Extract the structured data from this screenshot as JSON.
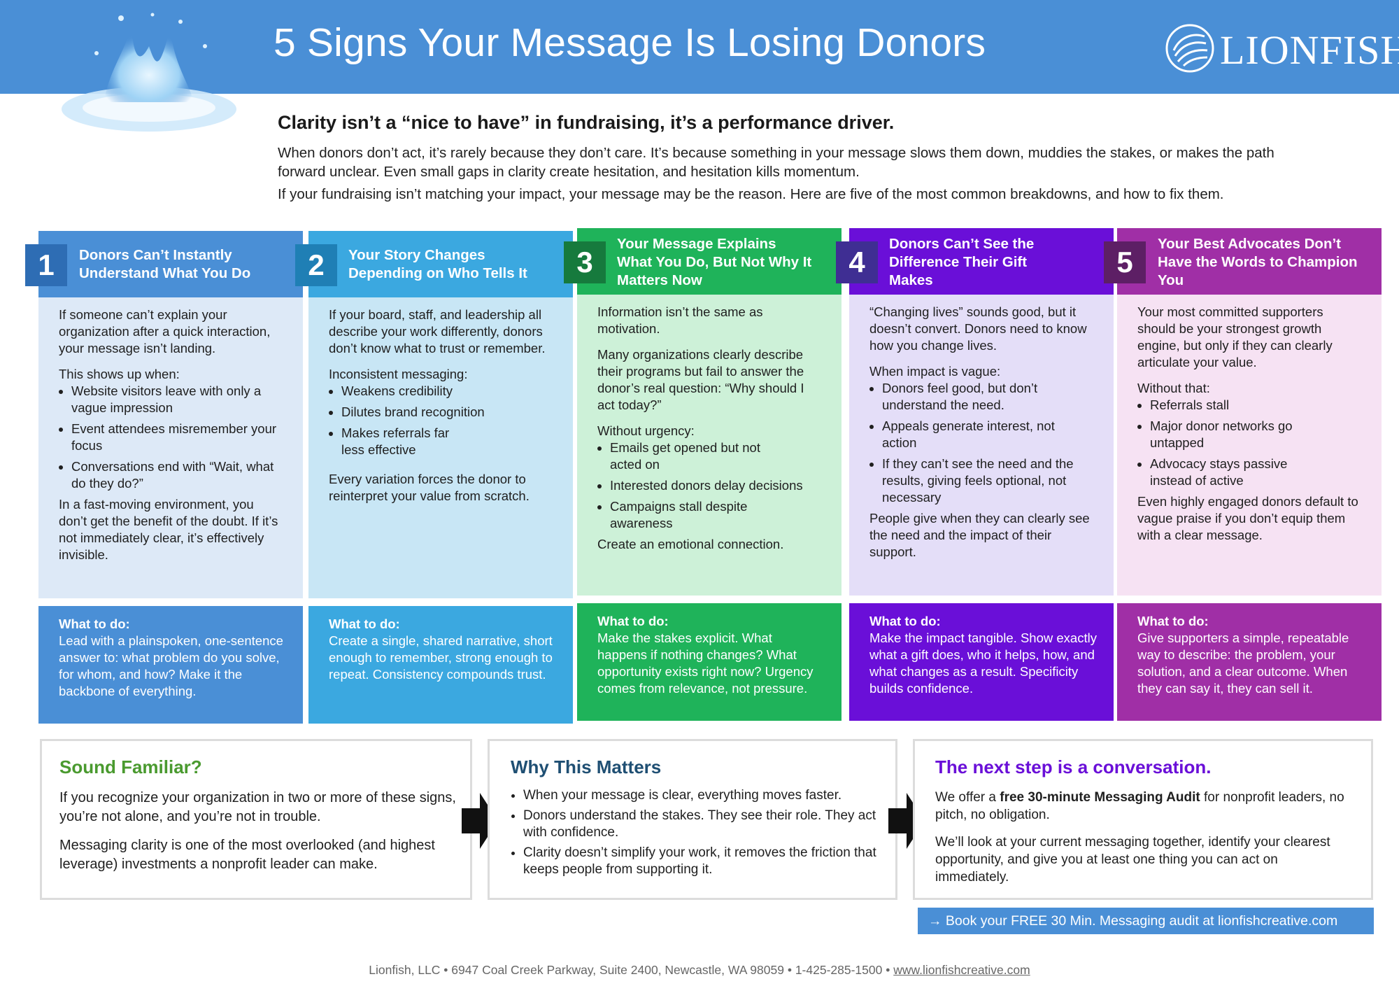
{
  "header": {
    "title": "5 Signs Your Message Is Losing Donors",
    "logo_text": "LIONFISH"
  },
  "intro": {
    "headline": "Clarity isn’t a “nice to have” in fundraising, it’s a performance driver.",
    "p1": "When donors don’t act, it’s rarely because they don’t care. It’s because something in your message slows them down, muddies the stakes, or makes the path forward unclear. Even small gaps in clarity create hesitation, and hesitation kills momentum.",
    "p2": "If your fundraising isn’t matching your impact, your message may be the reason. Here are five of the most common breakdowns, and how to fix them."
  },
  "signs": [
    {
      "number": "1",
      "title": "Donors Can’t Instantly Understand What You Do",
      "p1": "If someone can’t explain your organization after a quick interaction, your message isn’t landing.",
      "list_intro": "This shows up when:",
      "bullets": [
        "Website visitors leave with only a vague impression",
        "Event attendees misremember your focus",
        "Conversations end with “Wait, what do they do?”"
      ],
      "p2": "In a fast-moving environment, you don’t get the benefit of the doubt. If it’s not immediately clear, it’s effectively invisible.",
      "todo_title": "What to do:",
      "todo_text": "Lead with a plainspoken, one-sentence answer to: what problem do you solve, for whom, and how? Make it the backbone of everything."
    },
    {
      "number": "2",
      "title": "Your Story Changes Depending on Who Tells It",
      "p1": "If your board, staff, and leadership all describe your work differently, donors don’t know what to trust or remember.",
      "list_intro": "Inconsistent messaging:",
      "bullets": [
        "Weakens credibility",
        "Dilutes brand recognition",
        "Makes referrals far less effective"
      ],
      "p2": "Every variation forces the donor to reinterpret your value from scratch.",
      "todo_title": "What to do:",
      "todo_text": "Create a single, shared narrative, short enough to remember, strong enough to repeat. Consistency compounds trust."
    },
    {
      "number": "3",
      "title": "Your Message Explains What You Do, But Not Why It Matters Now",
      "p0": "Information isn’t the same as motivation.",
      "p1": "Many organizations clearly describe their programs but fail to answer the donor’s real question: “Why should I act today?”",
      "list_intro": "Without urgency:",
      "bullets": [
        "Emails get opened but not acted on",
        "Interested donors delay decisions",
        "Campaigns stall despite awareness"
      ],
      "p2": "Create an emotional connection.",
      "todo_title": "What to do:",
      "todo_text": "Make the stakes explicit. What happens if nothing changes? What opportunity exists right now? Urgency comes from relevance, not pressure."
    },
    {
      "number": "4",
      "title": "Donors Can’t See the Difference Their Gift Makes",
      "p1": "“Changing lives” sounds good, but it doesn’t convert. Donors need to know how you change lives.",
      "list_intro": "When impact is vague:",
      "bullets": [
        "Donors feel good, but don’t understand the need.",
        "Appeals generate interest, not action",
        "If they can’t see the need and the results, giving feels optional, not necessary"
      ],
      "p2": "People give when they can clearly see the need and the impact of their support.",
      "todo_title": "What to do:",
      "todo_text": "Make the impact tangible. Show exactly what a gift does, who it helps, how, and what changes as a result. Specificity builds confidence."
    },
    {
      "number": "5",
      "title": "Your Best Advocates Don’t Have the Words to Champion You",
      "p1": "Your most committed supporters should be your strongest growth engine, but only if they can clearly articulate your value.",
      "list_intro": "Without that:",
      "bullets": [
        "Referrals stall",
        "Major donor networks go untapped",
        "Advocacy stays passive instead of active"
      ],
      "p2": "Even highly engaged donors default to vague praise if you don’t equip them with a clear message.",
      "todo_title": "What to do:",
      "todo_text": "Give supporters a simple, repeatable way to describe: the problem, your solution, and a clear outcome. When they can say it, they can sell it."
    }
  ],
  "familiar": {
    "title": "Sound Familiar?",
    "p1": "If you recognize your organization in two or more of these signs, you’re not alone, and you’re not in trouble.",
    "p2": "Messaging clarity is one of the most overlooked (and highest leverage) investments a nonprofit leader can make."
  },
  "matters": {
    "title": "Why This Matters",
    "bullets": [
      "When your message is clear, everything moves faster.",
      "Donors understand the stakes. They see their role. They act with confidence.",
      "Clarity doesn’t simplify your work, it removes the friction that keeps people from supporting it."
    ]
  },
  "next": {
    "title": "The next step is a conversation.",
    "p1_pre": "We offer a ",
    "p1_bold": "free 30-minute Messaging Audit",
    "p1_post": " for nonprofit leaders, no pitch, no obligation.",
    "p2": "We’ll look at your current messaging together, identify your clearest opportunity, and give you at least one thing you can act on immediately."
  },
  "cta": {
    "label": "→ Book your FREE 30 Min. Messaging audit at lionfishcreative.com"
  },
  "footer": {
    "address": "Lionfish, LLC • 6947 Coal Creek Parkway, Suite 2400, Newcastle, WA 98059  •  1-425-285-1500  •  ",
    "url": "www.lionfishcreative.com"
  },
  "colors": {
    "header": "#4a8fd6",
    "col1": [
      "#4a8fd6",
      "#2e6db4",
      "#dde9f7"
    ],
    "col2": [
      "#3ba8e0",
      "#1f7fb5",
      "#c8e6f5"
    ],
    "col3": [
      "#1fb35a",
      "#167a3d",
      "#cdf1d8"
    ],
    "col4": [
      "#6a0fd8",
      "#3f2e93",
      "#e4def8"
    ],
    "col5": [
      "#a02fa6",
      "#5d1f65",
      "#f6e2f3"
    ]
  }
}
